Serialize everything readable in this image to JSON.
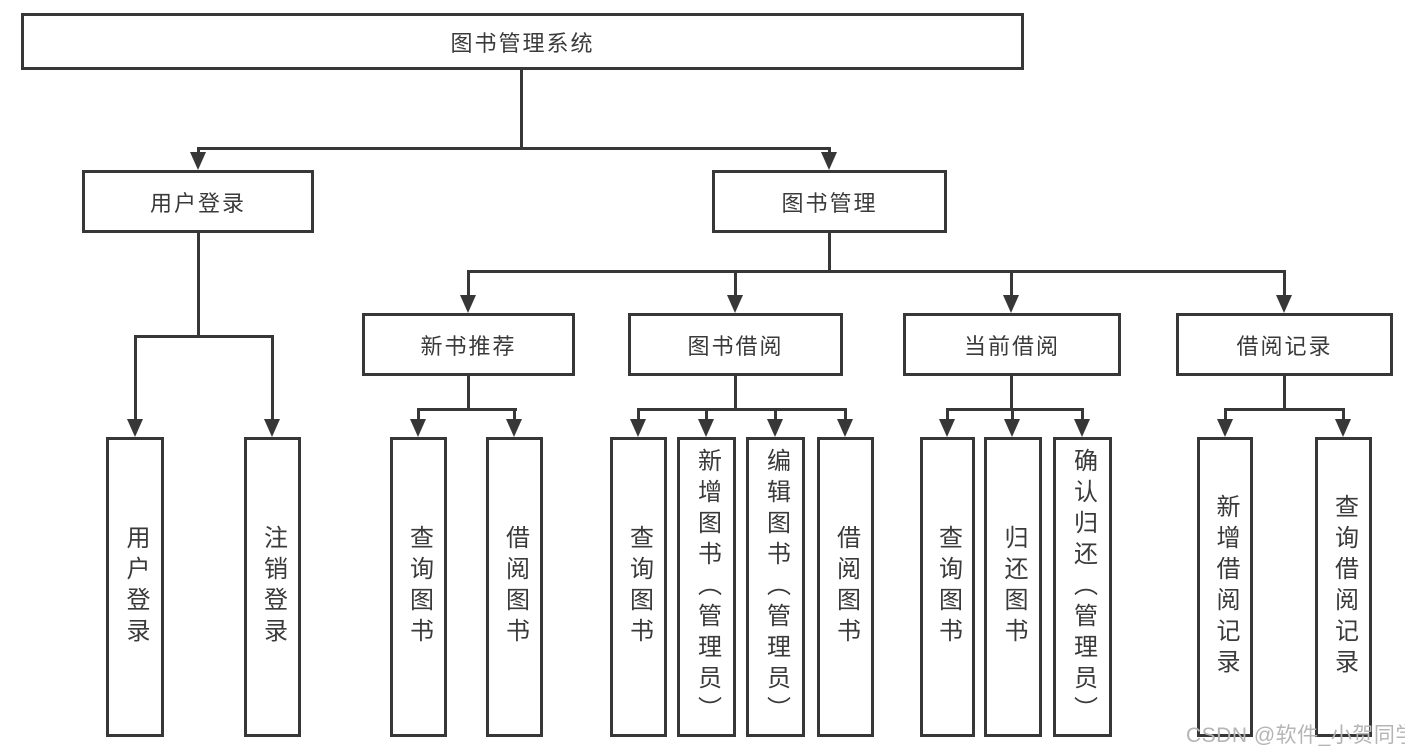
{
  "diagram": {
    "root": {
      "label": "图书管理系统"
    },
    "level2": [
      {
        "label": "用户登录"
      },
      {
        "label": "图书管理"
      }
    ],
    "level3": [
      {
        "label": "新书推荐"
      },
      {
        "label": "图书借阅"
      },
      {
        "label": "当前借阅"
      },
      {
        "label": "借阅记录"
      }
    ],
    "leaves": [
      {
        "label": "用户登录",
        "parent": "用户登录"
      },
      {
        "label": "注销登录",
        "parent": "用户登录"
      },
      {
        "label": "查询图书",
        "parent": "新书推荐"
      },
      {
        "label": "借阅图书",
        "parent": "新书推荐"
      },
      {
        "label": "查询图书",
        "parent": "图书借阅"
      },
      {
        "label": "新增图书（管理员）",
        "parent": "图书借阅"
      },
      {
        "label": "编辑图书（管理员）",
        "parent": "图书借阅"
      },
      {
        "label": "借阅图书",
        "parent": "图书借阅"
      },
      {
        "label": "查询图书",
        "parent": "当前借阅"
      },
      {
        "label": "归还图书",
        "parent": "当前借阅"
      },
      {
        "label": "确认归还（管理员）",
        "parent": "当前借阅"
      },
      {
        "label": "新增借阅记录",
        "parent": "借阅记录"
      },
      {
        "label": "查询借阅记录",
        "parent": "借阅记录"
      }
    ]
  },
  "watermark": {
    "text": "CSDN @软件_小贺同学"
  },
  "colors": {
    "line": "#373737",
    "text": "#3a3a3a",
    "watermark": "#b5b5b5",
    "background": "#ffffff"
  }
}
